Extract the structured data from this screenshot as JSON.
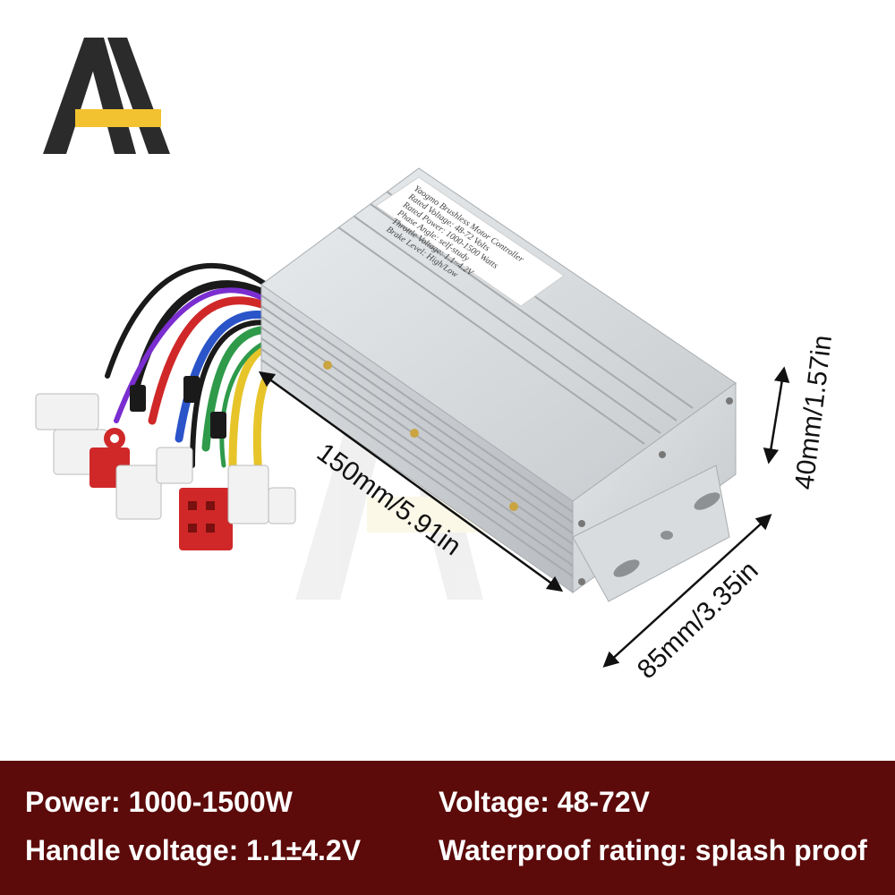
{
  "colors": {
    "spec_bar_background": "#5c0a0a",
    "spec_text": "#ffffff",
    "logo_dark": "#2b2b2b",
    "logo_accent": "#f2c230",
    "housing": "#c9cdd0"
  },
  "product_label": {
    "lines": [
      "Yaogmo Brushless Motor Controller",
      "Rated Voltage: 48-72 Volts",
      "Rated Power: 1000-1500 Watts",
      "Phase Angle: self-study",
      "Throttle Voltage: 1.1~4.2V",
      "Brake Level: High/Low"
    ]
  },
  "dimensions": {
    "length": "150mm/5.91in",
    "width": "85mm/3.35in",
    "height": "40mm/1.57in"
  },
  "specs": {
    "power": "Power: 1000-1500W",
    "voltage": "Voltage: 48-72V",
    "handle_voltage": "Handle voltage: 1.1±4.2V",
    "waterproof": "Waterproof rating: splash proof"
  }
}
